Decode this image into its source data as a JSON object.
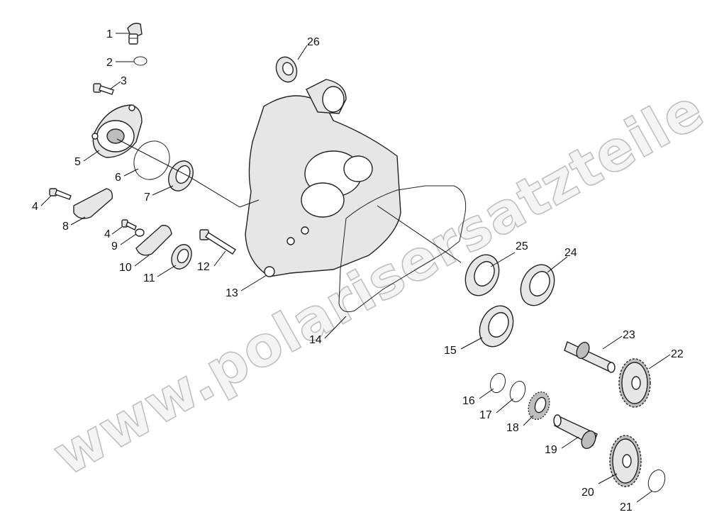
{
  "watermark": "www.polarisersatzteile.de",
  "callouts": [
    {
      "id": "c1",
      "label": "1"
    },
    {
      "id": "c2",
      "label": "2"
    },
    {
      "id": "c3",
      "label": "3"
    },
    {
      "id": "c4a",
      "label": "4"
    },
    {
      "id": "c4b",
      "label": "4"
    },
    {
      "id": "c5",
      "label": "5"
    },
    {
      "id": "c6",
      "label": "6"
    },
    {
      "id": "c7",
      "label": "7"
    },
    {
      "id": "c8",
      "label": "8"
    },
    {
      "id": "c9",
      "label": "9"
    },
    {
      "id": "c10",
      "label": "10"
    },
    {
      "id": "c11",
      "label": "11"
    },
    {
      "id": "c12",
      "label": "12"
    },
    {
      "id": "c13",
      "label": "13"
    },
    {
      "id": "c14",
      "label": "14"
    },
    {
      "id": "c15",
      "label": "15"
    },
    {
      "id": "c16",
      "label": "16"
    },
    {
      "id": "c17",
      "label": "17"
    },
    {
      "id": "c18",
      "label": "18"
    },
    {
      "id": "c19",
      "label": "19"
    },
    {
      "id": "c20",
      "label": "20"
    },
    {
      "id": "c21",
      "label": "21"
    },
    {
      "id": "c22",
      "label": "22"
    },
    {
      "id": "c23",
      "label": "23"
    },
    {
      "id": "c24",
      "label": "24"
    },
    {
      "id": "c25",
      "label": "25"
    },
    {
      "id": "c26",
      "label": "26"
    }
  ]
}
